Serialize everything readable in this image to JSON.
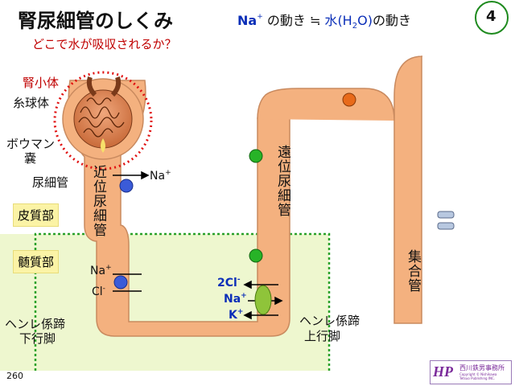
{
  "title": "腎尿細管のしくみ",
  "subtitle": "どこで水が吸収されるか？",
  "formula": {
    "na": "Na",
    "na_sup": "+",
    "part1": " の動き ≒ ",
    "water": "水",
    "h2o_open": "(H",
    "h2o_sub": "2",
    "h2o_close": "O)",
    "part2": "の動き"
  },
  "page_number": "4",
  "footer_page": "260",
  "labels": {
    "kidney_corpuscle": "腎小体",
    "glomerulus": "糸球体",
    "bowman_line1": "ボウマン",
    "bowman_line2": "嚢",
    "tubule": "尿細管",
    "cortex": "皮質部",
    "medulla": "髄質部",
    "proximal": "近位尿細管",
    "distal": "遠位尿細管",
    "collecting": "集合管",
    "henle_desc_line1": "ヘンレ係蹄",
    "henle_desc_line2": "下行脚",
    "henle_asc_line1": "ヘンレ係蹄",
    "henle_asc_line2": "上行脚"
  },
  "ions": {
    "na_proximal": "Na",
    "na_proximal_sup": "+",
    "na_loop": "Na",
    "na_loop_sup": "+",
    "cl_loop": "Cl",
    "cl_loop_sup": "-",
    "cl2_asc": "2Cl",
    "cl2_asc_sup": "-",
    "na_asc": "Na",
    "na_asc_sup": "+",
    "k_asc": "K",
    "k_asc_sup": "+"
  },
  "logo": {
    "mark": "HP",
    "name": "西川鉄男事務所",
    "copyright": "Copyright © Nishikawa Tetsuo Publishing INC."
  },
  "colors": {
    "tubule": "#f4b17f",
    "tubule_outline": "#c98a5f",
    "medulla_zone": "#eef7cf",
    "medulla_border": "#2aa12a",
    "title_red": "#c00000",
    "ion_blue": "#0b2fb8",
    "transporter_blue": "#3b5bd8",
    "channel_green": "#27b327",
    "pump_orange": "#e86a1a",
    "page_circle": "#1e8a1e",
    "label_box": "#fbf3a6"
  }
}
